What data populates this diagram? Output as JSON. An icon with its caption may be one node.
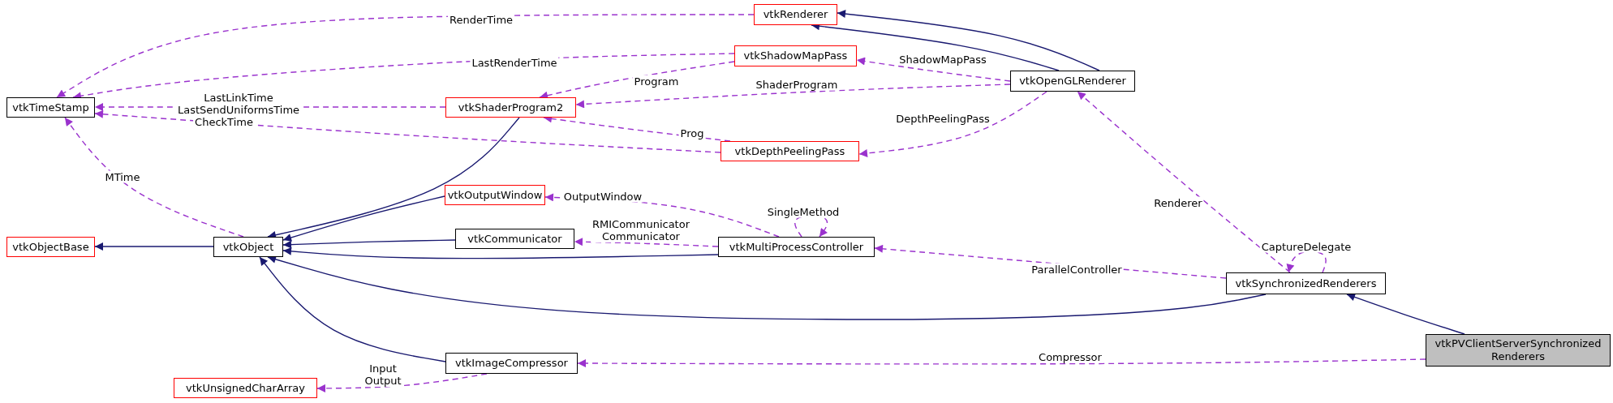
{
  "diagram": {
    "nodes": [
      {
        "text": [
          "vtkRenderer"
        ]
      },
      {
        "text": [
          "vtkShadowMapPass"
        ]
      },
      {
        "text": [
          "vtkOpenGLRenderer"
        ]
      },
      {
        "text": [
          "vtkTimeStamp"
        ]
      },
      {
        "text": [
          "vtkShaderProgram2"
        ]
      },
      {
        "text": [
          "vtkDepthPeelingPass"
        ]
      },
      {
        "text": [
          "vtkObjectBase"
        ]
      },
      {
        "text": [
          "vtkObject"
        ]
      },
      {
        "text": [
          "vtkOutputWindow"
        ]
      },
      {
        "text": [
          "vtkCommunicator"
        ]
      },
      {
        "text": [
          "vtkMultiProcessController"
        ]
      },
      {
        "text": [
          "vtkSynchronizedRenderers"
        ]
      },
      {
        "text": [
          "vtkPVClientServerSynchronized Renderers"
        ]
      },
      {
        "text": [
          "vtkImageCompressor"
        ]
      },
      {
        "text": [
          "vtkUnsignedCharArray"
        ]
      }
    ],
    "edges": [
      {
        "from": 2,
        "to": 0,
        "arrow": "to",
        "color": "#191970"
      },
      {
        "from": 2,
        "to": 0,
        "arrow": "to",
        "color": "#191970"
      },
      {
        "from": 0,
        "to": 3,
        "arrow": "to",
        "label": "RenderTime",
        "style": "dashed",
        "color": "#9a32cd"
      },
      {
        "from": 1,
        "to": 3,
        "arrow": "to",
        "label": "LastRenderTime",
        "style": "dashed",
        "color": "#9a32cd"
      },
      {
        "from": 1,
        "to": 4,
        "arrow": "to",
        "label": "Program",
        "style": "dashed",
        "color": "#9a32cd"
      },
      {
        "from": 2,
        "to": 1,
        "arrow": "to",
        "label": "ShadowMapPass",
        "style": "dashed",
        "color": "#9a32cd"
      },
      {
        "from": 2,
        "to": 4,
        "arrow": "to",
        "label": "ShaderProgram",
        "style": "dashed",
        "color": "#9a32cd"
      },
      {
        "from": 4,
        "to": 3,
        "arrow": "to",
        "label": "LastLinkTime LastSendUniformsTime",
        "style": "dashed",
        "color": "#9a32cd"
      },
      {
        "from": 5,
        "to": 3,
        "arrow": "to",
        "label": "CheckTime",
        "style": "dashed",
        "color": "#9a32cd"
      },
      {
        "from": 5,
        "to": 4,
        "arrow": "to",
        "label": "Prog",
        "style": "dashed",
        "color": "#9a32cd"
      },
      {
        "from": 2,
        "to": 5,
        "arrow": "to",
        "label": "DepthPeelingPass",
        "style": "dashed",
        "color": "#9a32cd"
      },
      {
        "from": 7,
        "to": 3,
        "arrow": "to",
        "label": "MTime",
        "style": "dashed",
        "color": "#9a32cd"
      },
      {
        "from": 7,
        "to": 6,
        "arrow": "to",
        "color": "#191970"
      },
      {
        "from": 4,
        "to": 7,
        "arrow": "to",
        "color": "#191970"
      },
      {
        "from": 8,
        "to": 7,
        "arrow": "to",
        "color": "#191970"
      },
      {
        "from": 9,
        "to": 7,
        "arrow": "to",
        "color": "#191970"
      },
      {
        "from": 10,
        "to": 7,
        "arrow": "to",
        "color": "#191970"
      },
      {
        "from": 11,
        "to": 7,
        "arrow": "to",
        "color": "#191970"
      },
      {
        "from": 13,
        "to": 7,
        "arrow": "to",
        "color": "#191970"
      },
      {
        "from": 10,
        "to": 8,
        "arrow": "to",
        "label": "OutputWindow",
        "style": "dashed",
        "color": "#9a32cd"
      },
      {
        "from": 10,
        "to": 10,
        "arrow": "to",
        "label": "SingleMethod",
        "style": "dashed",
        "color": "#9a32cd"
      },
      {
        "from": 10,
        "to": 9,
        "arrow": "to",
        "label": "RMICommunicator Communicator",
        "style": "dashed",
        "color": "#9a32cd"
      },
      {
        "from": 11,
        "to": 10,
        "arrow": "to",
        "label": "ParallelController",
        "style": "dashed",
        "color": "#9a32cd"
      },
      {
        "from": 11,
        "to": 2,
        "arrow": "to",
        "label": "Renderer",
        "style": "dashed",
        "color": "#9a32cd"
      },
      {
        "from": 11,
        "to": 11,
        "arrow": "to",
        "label": "CaptureDelegate",
        "style": "dashed",
        "color": "#9a32cd"
      },
      {
        "from": 12,
        "to": 11,
        "arrow": "to",
        "color": "#191970"
      },
      {
        "from": 12,
        "to": 13,
        "arrow": "to",
        "label": "Compressor",
        "style": "dashed",
        "color": "#9a32cd"
      },
      {
        "from": 13,
        "to": 14,
        "arrow": "to",
        "label": "Input Output",
        "style": "dashed",
        "color": "#9a32cd"
      }
    ]
  }
}
